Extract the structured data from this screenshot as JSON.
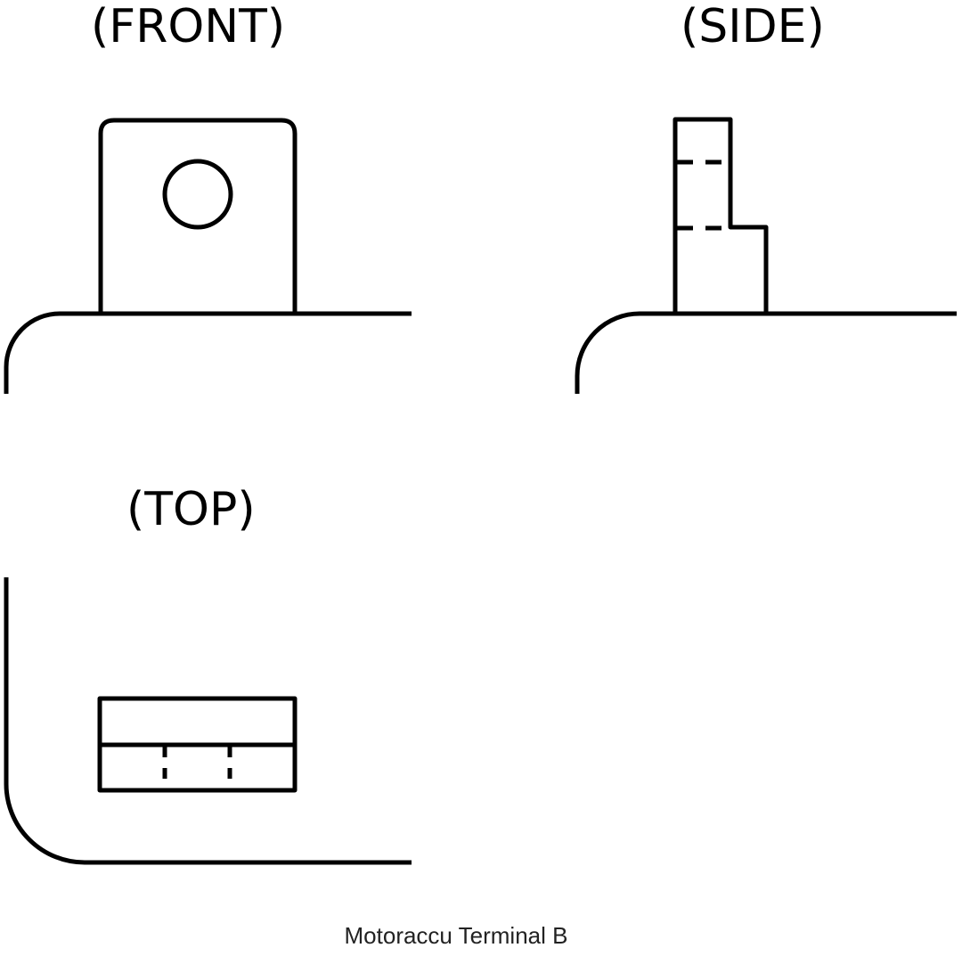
{
  "views": {
    "front": {
      "label": "(FRONT)"
    },
    "side": {
      "label": "(SIDE)"
    },
    "top": {
      "label": "(TOP)"
    }
  },
  "caption": "Motoraccu Terminal B",
  "colors": {
    "stroke": "#000000",
    "background": "#ffffff"
  }
}
